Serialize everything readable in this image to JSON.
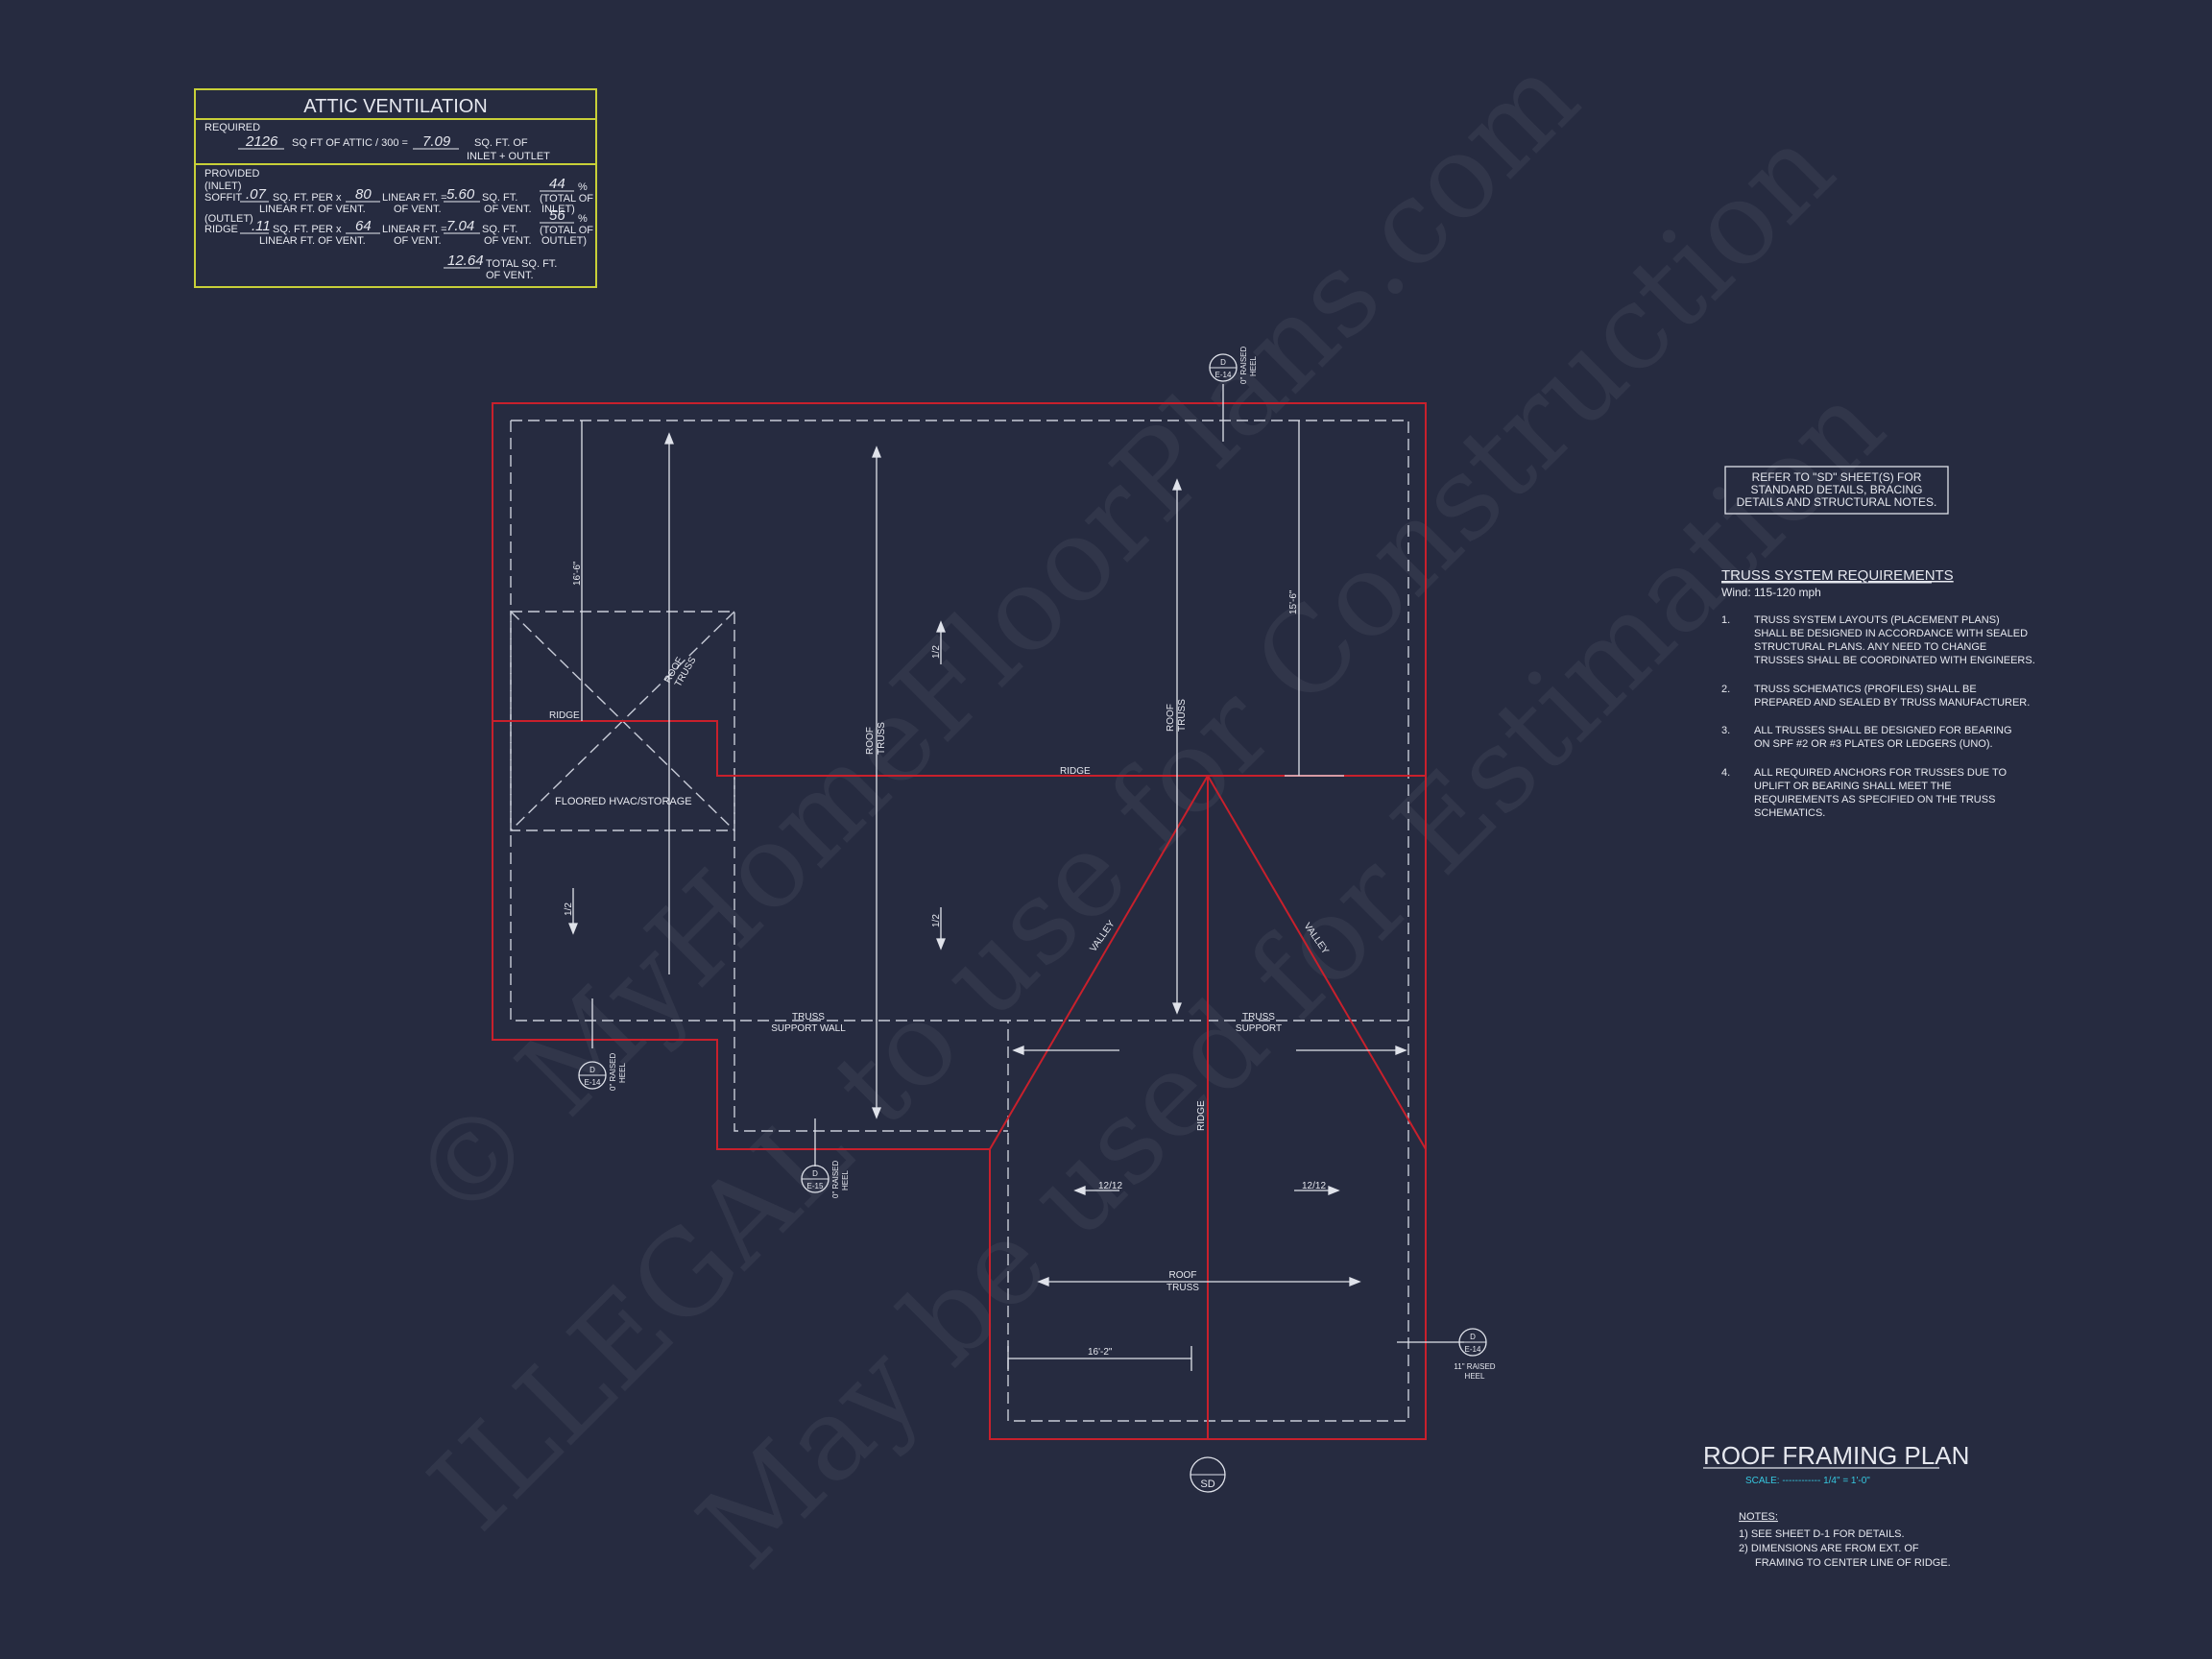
{
  "attic": {
    "title": "ATTIC VENTILATION",
    "required_label": "REQUIRED",
    "required_sqft": "2126",
    "required_text": "SQ FT OF ATTIC / 300 =",
    "required_result": "7.09",
    "required_unit1": "SQ. FT. OF",
    "required_unit2": "INLET + OUTLET",
    "provided_label": "PROVIDED",
    "inlet_tag": "(INLET)",
    "soffit_tag": "SOFFIT",
    "soffit_rate": ".07",
    "per_text": "SQ. FT. PER x",
    "sub_text": "LINEAR FT. OF VENT.",
    "soffit_lf": "80",
    "lf_text": "LINEAR FT. =",
    "of_vent": "OF VENT.",
    "soffit_sqft": "5.60",
    "sqft_text": "SQ. FT.",
    "soffit_pct": "44",
    "pct": "%",
    "inlet_total": "(TOTAL OF",
    "inlet_total2": "INLET)",
    "outlet_tag": "(OUTLET)",
    "ridge_tag": "RIDGE",
    "ridge_rate": ".11",
    "ridge_lf": "64",
    "ridge_sqft": "7.04",
    "ridge_pct": "56",
    "outlet_total2": "OUTLET)",
    "total_value": "12.64",
    "total_text": "TOTAL SQ. FT.",
    "total_sub": "OF VENT."
  },
  "refer_note": [
    "REFER TO \"SD\" SHEET(S) FOR",
    "STANDARD DETAILS, BRACING",
    "DETAILS AND STRUCTURAL NOTES."
  ],
  "truss": {
    "title": "TRUSS SYSTEM REQUIREMENTS",
    "wind": "Wind: 115-120 mph",
    "items": [
      {
        "num": "1.",
        "lines": [
          "TRUSS SYSTEM LAYOUTS (PLACEMENT PLANS)",
          "SHALL BE DESIGNED IN ACCORDANCE WITH SEALED",
          "STRUCTURAL PLANS. ANY NEED TO CHANGE",
          "TRUSSES SHALL BE COORDINATED WITH ENGINEERS."
        ]
      },
      {
        "num": "2.",
        "lines": [
          "TRUSS SCHEMATICS (PROFILES) SHALL BE",
          "PREPARED AND SEALED BY TRUSS MANUFACTURER."
        ]
      },
      {
        "num": "3.",
        "lines": [
          "ALL TRUSSES SHALL BE DESIGNED FOR BEARING",
          "ON SPF #2 OR #3 PLATES OR LEDGERS (UNO)."
        ]
      },
      {
        "num": "4.",
        "lines": [
          "ALL REQUIRED ANCHORS FOR TRUSSES DUE TO",
          "UPLIFT OR BEARING SHALL MEET THE",
          "REQUIREMENTS AS SPECIFIED ON THE TRUSS",
          "SCHEMATICS."
        ]
      }
    ]
  },
  "plan_title": "ROOF FRAMING PLAN",
  "scale": "SCALE: ------------ 1/4\" = 1'-0\"",
  "notes": {
    "title": "NOTES:",
    "lines": [
      "1) SEE SHEET D-1 FOR DETAILS.",
      "2) DIMENSIONS ARE FROM EXT. OF",
      "FRAMING TO CENTER LINE OF RIDGE."
    ]
  },
  "labels": {
    "ridge": "RIDGE",
    "roof": "ROOF",
    "truss": "TRUSS",
    "valley": "VALLEY",
    "floored": "FLOORED HVAC/STORAGE",
    "support_wall": "SUPPORT WALL",
    "support": "SUPPORT",
    "pitch": "1/2",
    "pitch2": "12/12",
    "dim1": "16'-6\"",
    "dim2": "15'-6\"",
    "dim3": "16'-2\"",
    "sd": "SD"
  },
  "markers": {
    "d": "D",
    "e14": "E-14",
    "e15": "E-15",
    "raised": "0\" RAISED",
    "heel": "HEEL",
    "raised11": "11\" RAISED"
  },
  "watermark": [
    "© MyHomeFloorPlans.com",
    "ILLEGAL to use for Construction",
    "May be used for Estimation"
  ],
  "colors": {
    "background": "#262b40",
    "roof_outline": "#c8202c",
    "table_border": "#c8d038",
    "scale": "#36c8e0"
  }
}
